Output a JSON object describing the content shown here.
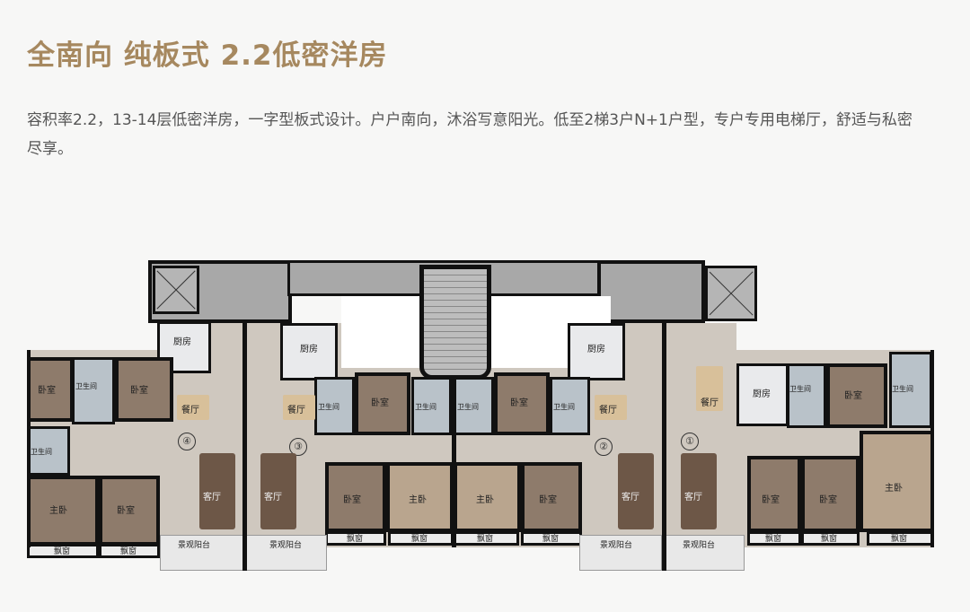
{
  "header": {
    "title": "全南向 纯板式 2.2低密洋房",
    "description": "容积率2.2，13-14层低密洋房，一字型板式设计。户户南向，沐浴写意阳光。低至2梯3户N+1户型，专户专用电梯厅，舒适与私密尽享。"
  },
  "plan": {
    "kitchen": "厨房",
    "dining": "餐厅",
    "living": "客厅",
    "bedroom": "卧室",
    "master": "主卧",
    "bath": "卫生间",
    "bay": "飘窗",
    "balcony": "景观阳台",
    "units": [
      "④",
      "③",
      "②",
      "①"
    ]
  },
  "colors": {
    "title": "#a6885f",
    "text": "#555555"
  }
}
